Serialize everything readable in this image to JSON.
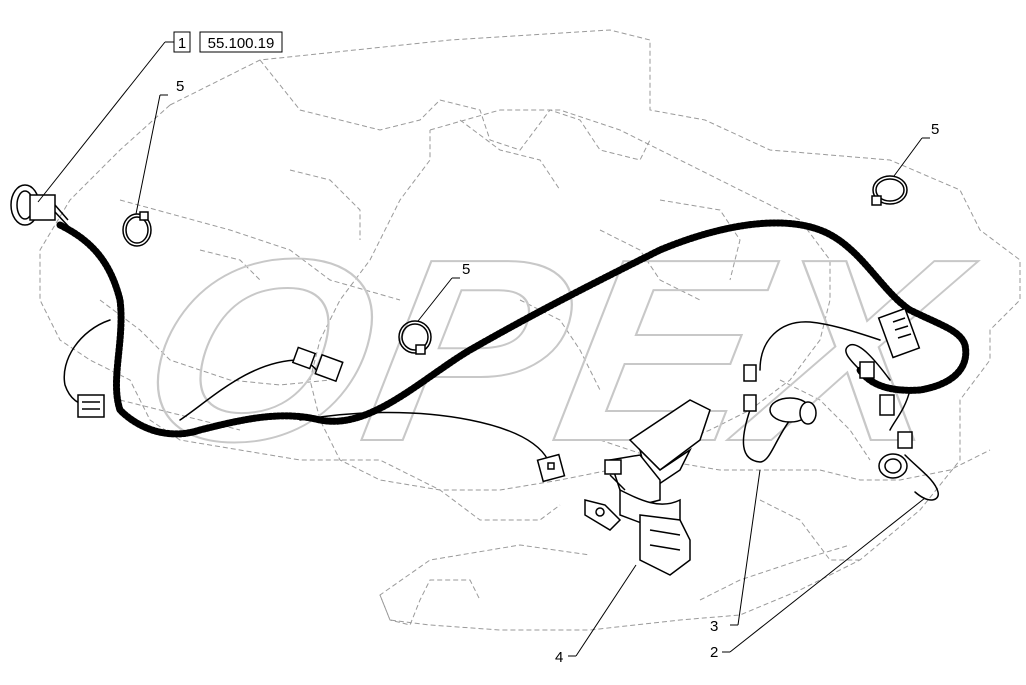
{
  "header": {
    "item_box": "1",
    "reference_box": "55.100.19"
  },
  "watermark": {
    "text": "OPEX"
  },
  "callouts": {
    "clip_top_left": "5",
    "clip_center": "5",
    "clip_top_right": "5",
    "sensor_3": "3",
    "sensor_2": "2",
    "pedal_4": "4"
  },
  "colors": {
    "line": "#000000",
    "background_drawing": "#9a9a9a",
    "watermark": "#c8c8c8"
  }
}
